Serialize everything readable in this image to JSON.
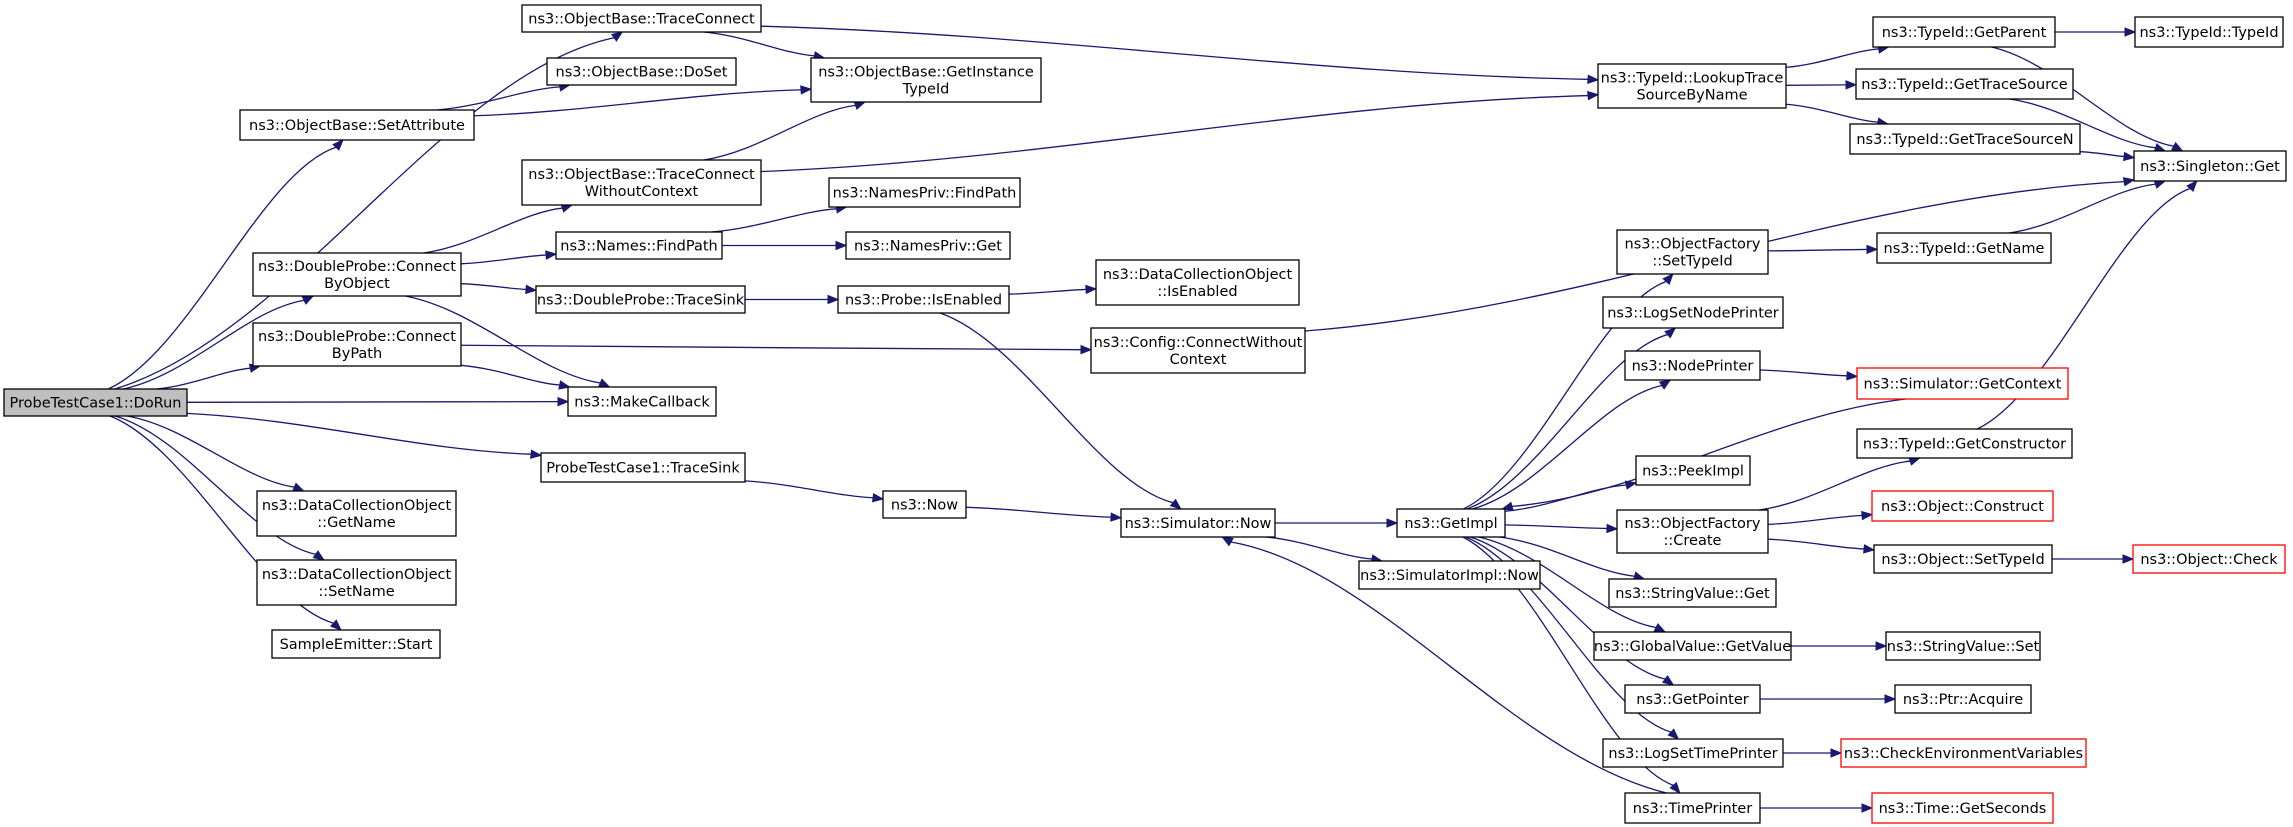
{
  "nodes": [
    {
      "id": "dorun",
      "lines": [
        "ProbeTestCase1::DoRun"
      ],
      "style": "root"
    },
    {
      "id": "ob_traceconnect",
      "lines": [
        "ns3::ObjectBase::TraceConnect"
      ],
      "style": "normal"
    },
    {
      "id": "ob_doset",
      "lines": [
        "ns3::ObjectBase::DoSet"
      ],
      "style": "normal"
    },
    {
      "id": "ob_setattr",
      "lines": [
        "ns3::ObjectBase::SetAttribute"
      ],
      "style": "normal"
    },
    {
      "id": "ob_getinst",
      "lines": [
        "ns3::ObjectBase::GetInstance",
        "TypeId"
      ],
      "style": "normal"
    },
    {
      "id": "ob_tcwc",
      "lines": [
        "ns3::ObjectBase::TraceConnect",
        "WithoutContext"
      ],
      "style": "normal"
    },
    {
      "id": "dp_cbo",
      "lines": [
        "ns3::DoubleProbe::Connect",
        "ByObject"
      ],
      "style": "normal"
    },
    {
      "id": "dp_cbp",
      "lines": [
        "ns3::DoubleProbe::Connect",
        "ByPath"
      ],
      "style": "normal"
    },
    {
      "id": "names_findpath",
      "lines": [
        "ns3::Names::FindPath"
      ],
      "style": "normal"
    },
    {
      "id": "dp_tracesink",
      "lines": [
        "ns3::DoubleProbe::TraceSink"
      ],
      "style": "normal"
    },
    {
      "id": "makecallback",
      "lines": [
        "ns3::MakeCallback"
      ],
      "style": "normal"
    },
    {
      "id": "ptc_tracesink",
      "lines": [
        "ProbeTestCase1::TraceSink"
      ],
      "style": "normal"
    },
    {
      "id": "dco_getname",
      "lines": [
        "ns3::DataCollectionObject",
        "::GetName"
      ],
      "style": "normal"
    },
    {
      "id": "dco_setname",
      "lines": [
        "ns3::DataCollectionObject",
        "::SetName"
      ],
      "style": "normal"
    },
    {
      "id": "se_start",
      "lines": [
        "SampleEmitter::Start"
      ],
      "style": "normal"
    },
    {
      "id": "np_findpath",
      "lines": [
        "ns3::NamesPriv::FindPath"
      ],
      "style": "normal"
    },
    {
      "id": "np_get",
      "lines": [
        "ns3::NamesPriv::Get"
      ],
      "style": "normal"
    },
    {
      "id": "probe_isenabled",
      "lines": [
        "ns3::Probe::IsEnabled"
      ],
      "style": "normal"
    },
    {
      "id": "ns3_now",
      "lines": [
        "ns3::Now"
      ],
      "style": "normal"
    },
    {
      "id": "dco_isenabled",
      "lines": [
        "ns3::DataCollectionObject",
        "::IsEnabled"
      ],
      "style": "normal"
    },
    {
      "id": "cfg_cwc",
      "lines": [
        "ns3::Config::ConnectWithout",
        "Context"
      ],
      "style": "normal"
    },
    {
      "id": "sim_now",
      "lines": [
        "ns3::Simulator::Now"
      ],
      "style": "normal"
    },
    {
      "id": "simimpl_now",
      "lines": [
        "ns3::SimulatorImpl::Now"
      ],
      "style": "normal"
    },
    {
      "id": "getimpl",
      "lines": [
        "ns3::GetImpl"
      ],
      "style": "normal"
    },
    {
      "id": "tid_lookup",
      "lines": [
        "ns3::TypeId::LookupTrace",
        "SourceByName"
      ],
      "style": "normal"
    },
    {
      "id": "tid_getparent",
      "lines": [
        "ns3::TypeId::GetParent"
      ],
      "style": "normal"
    },
    {
      "id": "tid_gettracesource",
      "lines": [
        "ns3::TypeId::GetTraceSource"
      ],
      "style": "normal"
    },
    {
      "id": "tid_gettracesourcen",
      "lines": [
        "ns3::TypeId::GetTraceSourceN"
      ],
      "style": "normal"
    },
    {
      "id": "tid_typeid",
      "lines": [
        "ns3::TypeId::TypeId"
      ],
      "style": "normal"
    },
    {
      "id": "singleton_get",
      "lines": [
        "ns3::Singleton::Get"
      ],
      "style": "normal"
    },
    {
      "id": "of_settypeid",
      "lines": [
        "ns3::ObjectFactory",
        "::SetTypeId"
      ],
      "style": "normal"
    },
    {
      "id": "tid_getname",
      "lines": [
        "ns3::TypeId::GetName"
      ],
      "style": "normal"
    },
    {
      "id": "logsetnodeprinter",
      "lines": [
        "ns3::LogSetNodePrinter"
      ],
      "style": "normal"
    },
    {
      "id": "nodeprinter",
      "lines": [
        "ns3::NodePrinter"
      ],
      "style": "normal"
    },
    {
      "id": "sim_getcontext",
      "lines": [
        "ns3::Simulator::GetContext"
      ],
      "style": "red"
    },
    {
      "id": "peekimpl",
      "lines": [
        "ns3::PeekImpl"
      ],
      "style": "normal"
    },
    {
      "id": "of_create",
      "lines": [
        "ns3::ObjectFactory",
        "::Create"
      ],
      "style": "normal"
    },
    {
      "id": "tid_getconstructor",
      "lines": [
        "ns3::TypeId::GetConstructor"
      ],
      "style": "normal"
    },
    {
      "id": "obj_construct",
      "lines": [
        "ns3::Object::Construct"
      ],
      "style": "red"
    },
    {
      "id": "obj_settypeid",
      "lines": [
        "ns3::Object::SetTypeId"
      ],
      "style": "normal"
    },
    {
      "id": "obj_check",
      "lines": [
        "ns3::Object::Check"
      ],
      "style": "red"
    },
    {
      "id": "sv_get",
      "lines": [
        "ns3::StringValue::Get"
      ],
      "style": "normal"
    },
    {
      "id": "gv_getvalue",
      "lines": [
        "ns3::GlobalValue::GetValue"
      ],
      "style": "normal"
    },
    {
      "id": "sv_set",
      "lines": [
        "ns3::StringValue::Set"
      ],
      "style": "normal"
    },
    {
      "id": "getpointer",
      "lines": [
        "ns3::GetPointer"
      ],
      "style": "normal"
    },
    {
      "id": "ptr_acquire",
      "lines": [
        "ns3::Ptr::Acquire"
      ],
      "style": "normal"
    },
    {
      "id": "logsettimeprinter",
      "lines": [
        "ns3::LogSetTimePrinter"
      ],
      "style": "normal"
    },
    {
      "id": "checkenv",
      "lines": [
        "ns3::CheckEnvironmentVariables"
      ],
      "style": "red"
    },
    {
      "id": "timeprinter",
      "lines": [
        "ns3::TimePrinter"
      ],
      "style": "normal"
    },
    {
      "id": "time_getseconds",
      "lines": [
        "ns3::Time::GetSeconds"
      ],
      "style": "red"
    }
  ],
  "edges": [
    [
      "dorun",
      "ob_traceconnect"
    ],
    [
      "dorun",
      "ob_setattr"
    ],
    [
      "dorun",
      "dp_cbo"
    ],
    [
      "dorun",
      "dp_cbp"
    ],
    [
      "dorun",
      "makecallback"
    ],
    [
      "dorun",
      "ptc_tracesink"
    ],
    [
      "dorun",
      "dco_getname"
    ],
    [
      "dorun",
      "dco_setname"
    ],
    [
      "dorun",
      "se_start"
    ],
    [
      "ob_traceconnect",
      "ob_getinst"
    ],
    [
      "ob_traceconnect",
      "tid_lookup"
    ],
    [
      "ob_setattr",
      "ob_doset"
    ],
    [
      "ob_setattr",
      "ob_getinst"
    ],
    [
      "ob_tcwc",
      "ob_getinst"
    ],
    [
      "ob_tcwc",
      "tid_lookup"
    ],
    [
      "dp_cbo",
      "ob_tcwc"
    ],
    [
      "dp_cbo",
      "names_findpath"
    ],
    [
      "dp_cbo",
      "dp_tracesink"
    ],
    [
      "dp_cbo",
      "makecallback"
    ],
    [
      "dp_cbp",
      "cfg_cwc"
    ],
    [
      "dp_cbp",
      "makecallback"
    ],
    [
      "names_findpath",
      "np_findpath"
    ],
    [
      "names_findpath",
      "np_get"
    ],
    [
      "dp_tracesink",
      "probe_isenabled"
    ],
    [
      "probe_isenabled",
      "dco_isenabled"
    ],
    [
      "probe_isenabled",
      "sim_now"
    ],
    [
      "ptc_tracesink",
      "ns3_now"
    ],
    [
      "ns3_now",
      "sim_now"
    ],
    [
      "cfg_cwc",
      "singleton_get"
    ],
    [
      "sim_now",
      "getimpl"
    ],
    [
      "sim_now",
      "simimpl_now"
    ],
    [
      "tid_lookup",
      "tid_getparent"
    ],
    [
      "tid_lookup",
      "tid_gettracesource"
    ],
    [
      "tid_lookup",
      "tid_gettracesourcen"
    ],
    [
      "tid_getparent",
      "tid_typeid"
    ],
    [
      "tid_getparent",
      "singleton_get"
    ],
    [
      "tid_gettracesource",
      "singleton_get"
    ],
    [
      "tid_gettracesourcen",
      "singleton_get"
    ],
    [
      "getimpl",
      "of_settypeid"
    ],
    [
      "getimpl",
      "logsetnodeprinter"
    ],
    [
      "getimpl",
      "nodeprinter"
    ],
    [
      "getimpl",
      "peekimpl"
    ],
    [
      "getimpl",
      "of_create"
    ],
    [
      "getimpl",
      "sv_get"
    ],
    [
      "getimpl",
      "gv_getvalue"
    ],
    [
      "getimpl",
      "getpointer"
    ],
    [
      "getimpl",
      "logsettimeprinter"
    ],
    [
      "getimpl",
      "timeprinter"
    ],
    [
      "of_settypeid",
      "tid_getname"
    ],
    [
      "tid_getname",
      "singleton_get"
    ],
    [
      "nodeprinter",
      "sim_getcontext"
    ],
    [
      "sim_getcontext",
      "getimpl"
    ],
    [
      "of_create",
      "tid_getconstructor"
    ],
    [
      "of_create",
      "obj_construct"
    ],
    [
      "of_create",
      "obj_settypeid"
    ],
    [
      "tid_getconstructor",
      "singleton_get"
    ],
    [
      "obj_settypeid",
      "obj_check"
    ],
    [
      "gv_getvalue",
      "sv_set"
    ],
    [
      "getpointer",
      "ptr_acquire"
    ],
    [
      "logsettimeprinter",
      "checkenv"
    ],
    [
      "timeprinter",
      "time_getseconds"
    ],
    [
      "timeprinter",
      "sim_now"
    ]
  ]
}
